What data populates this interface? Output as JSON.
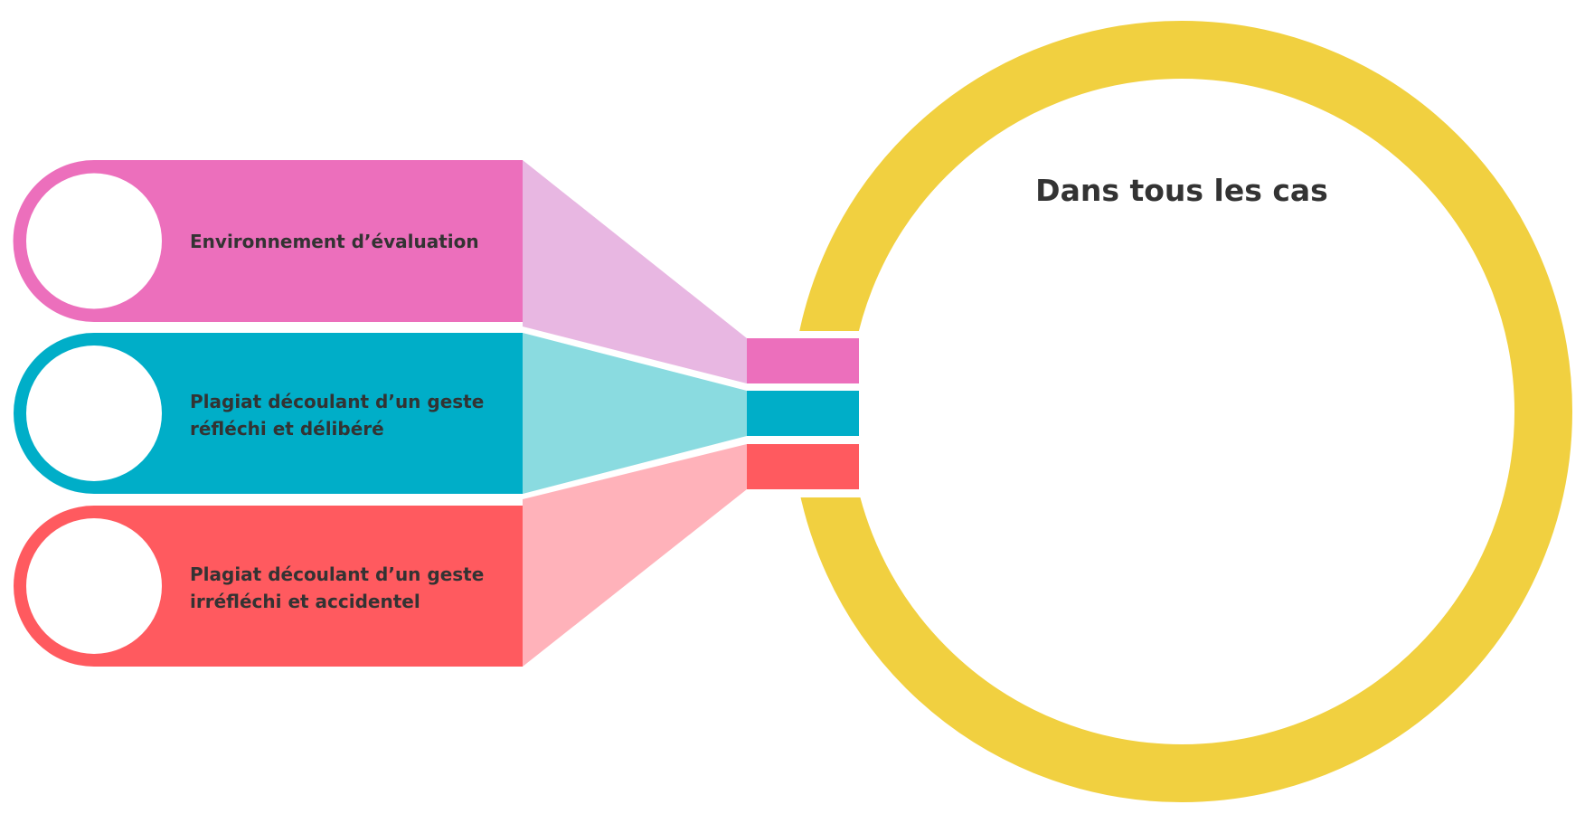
{
  "diagram": {
    "main_title": "Dans tous les cas",
    "rows": [
      {
        "lines": [
          "Environnement d’évaluation"
        ],
        "color": "#ec6fbc",
        "light_color": "#e8b7e2"
      },
      {
        "lines": [
          "Plagiat découlant d’un geste",
          "réfléchi et délibéré"
        ],
        "color": "#00aec8",
        "light_color": "#8adbe0"
      },
      {
        "lines": [
          "Plagiat découlant d’un geste",
          "irréfléchi et accidentel"
        ],
        "color": "#ff5a5f",
        "light_color": "#ffb2ba"
      }
    ],
    "ring_color": "#f1d040"
  }
}
